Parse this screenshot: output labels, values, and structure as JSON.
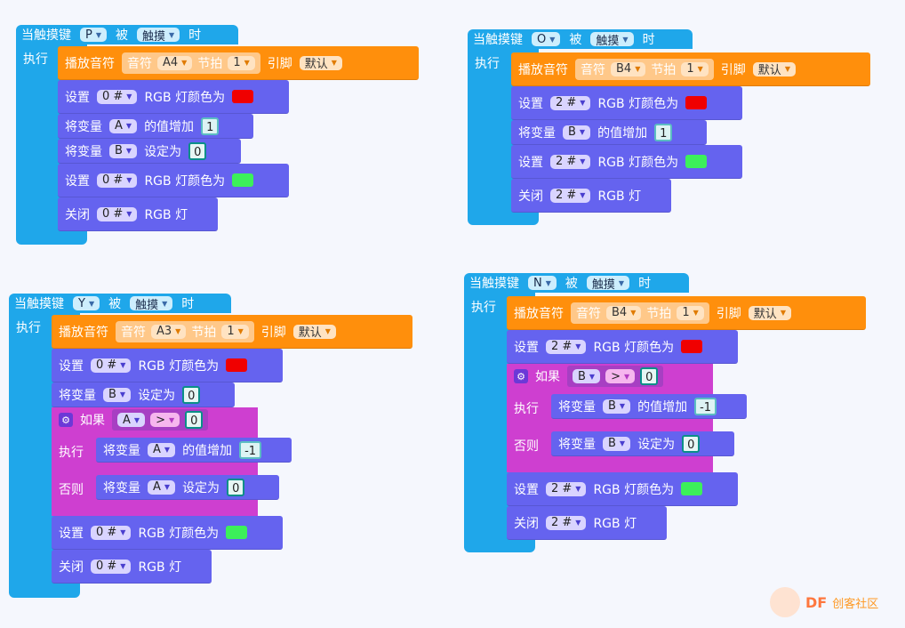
{
  "labels": {
    "when_touch": "当触摸键",
    "by": "被",
    "time": "时",
    "exec": "执行",
    "play": "播放音符",
    "note": "音符",
    "beat": "节拍",
    "pin": "引脚",
    "set": "设置",
    "rgb_color": "RGB 灯颜色为",
    "close": "关闭",
    "rgb": "RGB 灯",
    "var": "将变量",
    "inc": "的值增加",
    "setto": "设定为",
    "if": "如果",
    "else": "否则",
    "gt": ">"
  },
  "colors": {
    "red": "#f00000",
    "green": "#3cf05a"
  },
  "scripts": [
    {
      "key": "P",
      "event": "触摸",
      "music": {
        "note": "A4",
        "beat": "1",
        "pin": "默认"
      },
      "rgb1": {
        "led": "0 #"
      },
      "v1": {
        "name": "A",
        "val": "1"
      },
      "v2": {
        "name": "B",
        "val": "0"
      },
      "rgb2": {
        "led": "0 #"
      },
      "off": {
        "led": "0 #"
      }
    },
    {
      "key": "O",
      "event": "触摸",
      "music": {
        "note": "B4",
        "beat": "1",
        "pin": "默认"
      },
      "rgb1": {
        "led": "2 #"
      },
      "v1": {
        "name": "B",
        "val": "1"
      },
      "rgb2": {
        "led": "2 #"
      },
      "off": {
        "led": "2 #"
      }
    },
    {
      "key": "Y",
      "event": "触摸",
      "music": {
        "note": "A3",
        "beat": "1",
        "pin": "默认"
      },
      "rgb1": {
        "led": "0 #"
      },
      "v1": {
        "name": "B",
        "val": "0"
      },
      "cond": {
        "name": "A",
        "val": "0"
      },
      "then": {
        "name": "A",
        "val": "-1"
      },
      "else": {
        "name": "A",
        "val": "0"
      },
      "rgb2": {
        "led": "0 #"
      },
      "off": {
        "led": "0 #"
      }
    },
    {
      "key": "N",
      "event": "触摸",
      "music": {
        "note": "B4",
        "beat": "1",
        "pin": "默认"
      },
      "rgb1": {
        "led": "2 #"
      },
      "cond": {
        "name": "B",
        "val": "0"
      },
      "then": {
        "name": "B",
        "val": "-1"
      },
      "else": {
        "name": "B",
        "val": "0"
      },
      "rgb2": {
        "led": "2 #"
      },
      "off": {
        "led": "2 #"
      }
    }
  ],
  "logo": {
    "brand": "DF",
    "text": "创客社区"
  }
}
